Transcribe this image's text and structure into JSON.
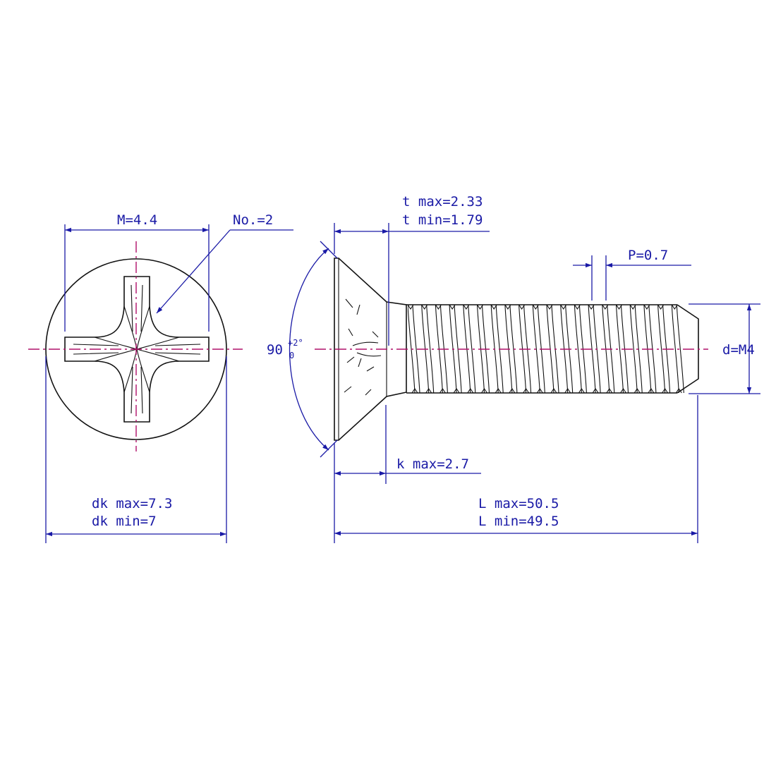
{
  "diagram": {
    "top_view": {
      "recess_width_label": "M=4.4",
      "recess_number_label": "No.=2",
      "head_diameter_max_label": "dk max=7.3",
      "head_diameter_min_label": "dk min=7"
    },
    "side_view": {
      "recess_depth_max_label": "t max=2.33",
      "recess_depth_min_label": "t min=1.79",
      "pitch_label": "P=0.7",
      "thread_diameter_label": "d=M4",
      "head_angle_label": "90",
      "head_angle_upper_tol": "+2°",
      "head_angle_lower_tol": "0",
      "head_height_label": "k max=2.7",
      "length_max_label": "L max=50.5",
      "length_min_label": "L min=49.5"
    }
  },
  "colors": {
    "part_outline": "#111111",
    "dimension_lines": "#1a1aa6",
    "center_lines": "#b0106a",
    "background": "#ffffff"
  }
}
